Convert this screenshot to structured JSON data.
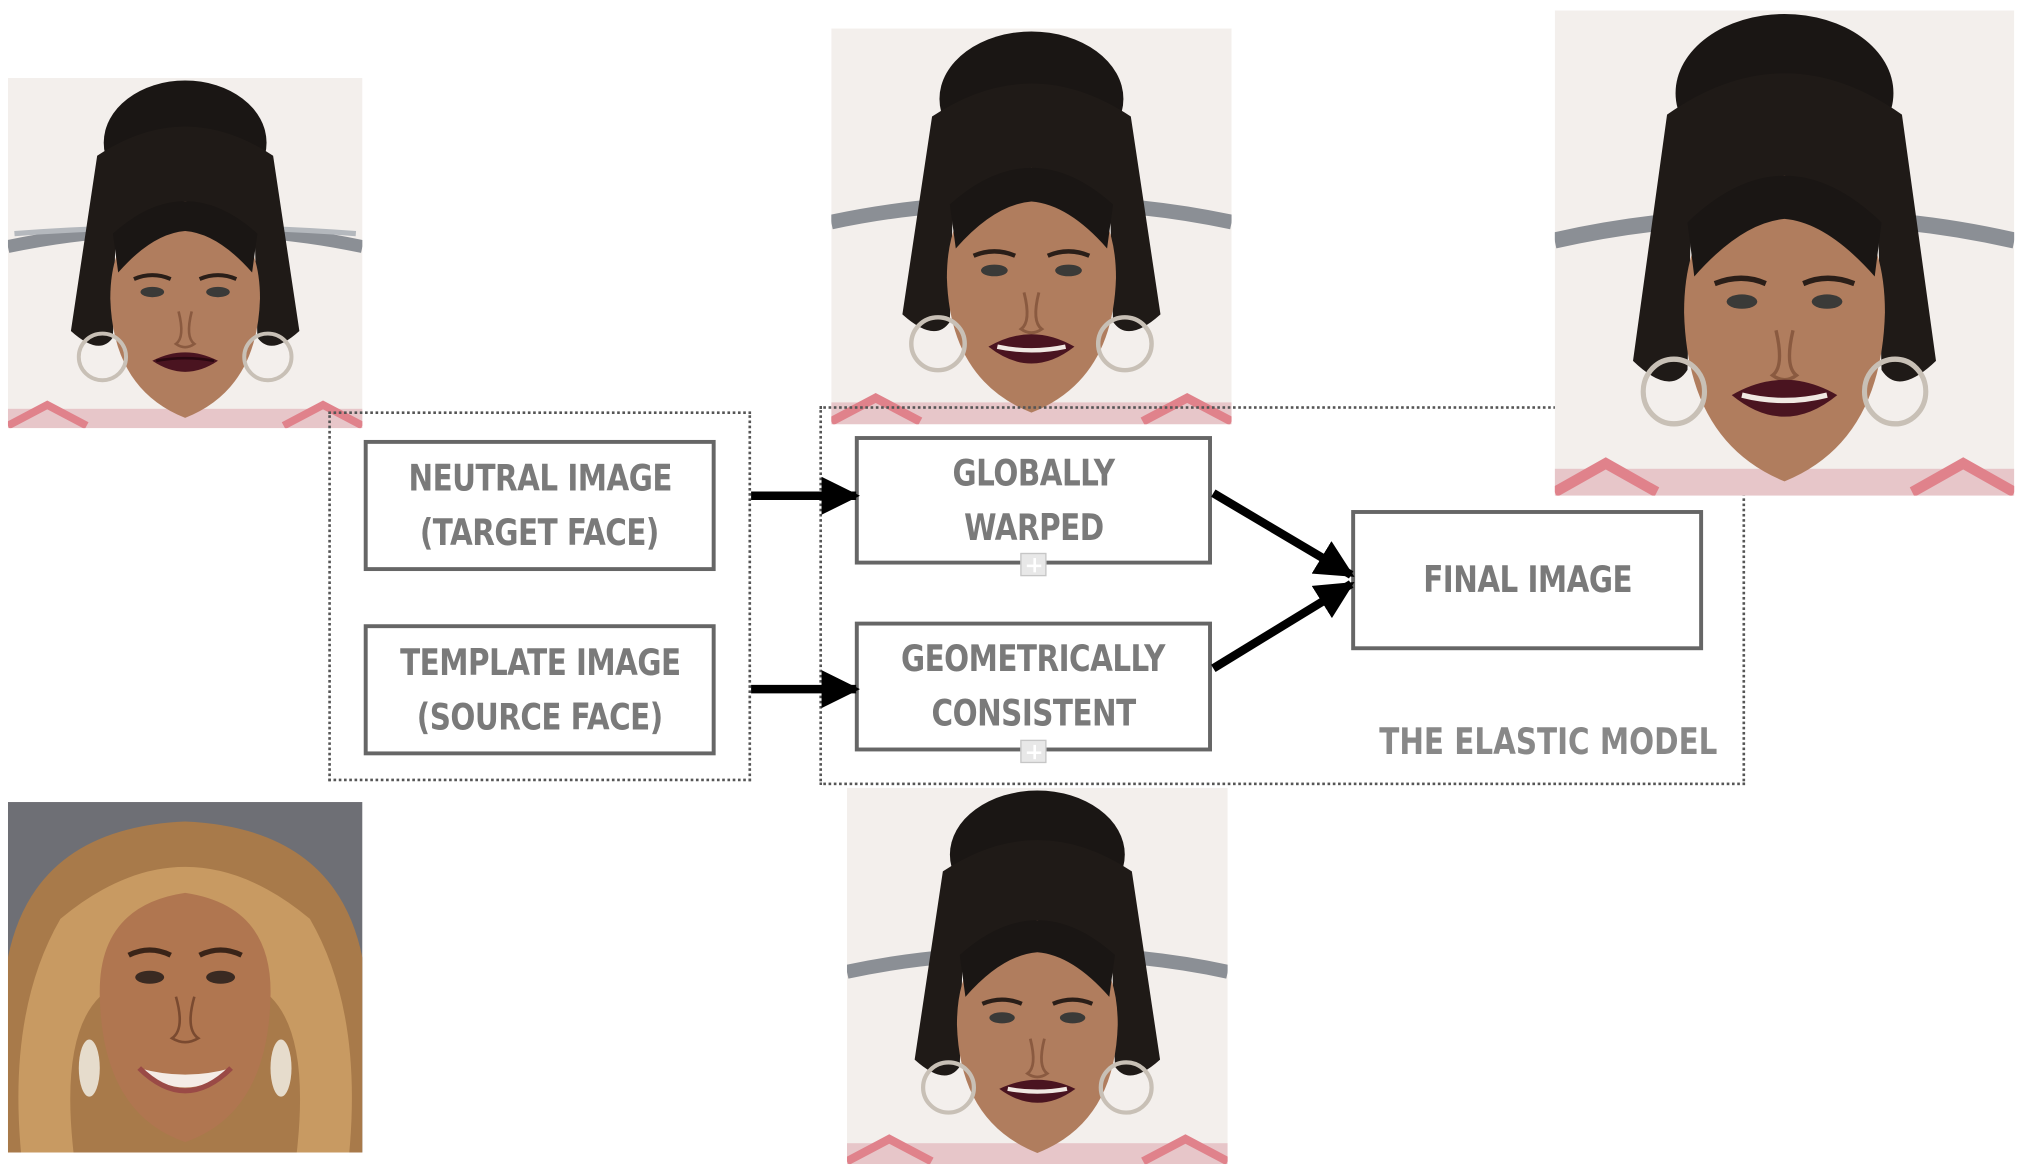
{
  "diagram": {
    "inputs": {
      "neutral": [
        "NEUTRAL IMAGE",
        "(TARGET FACE)"
      ],
      "template": [
        "TEMPLATE IMAGE",
        "(SOURCE FACE)"
      ]
    },
    "stages": {
      "globally_warped": [
        "GLOBALLY",
        "WARPED"
      ],
      "geometrically_consistent": [
        "GEOMETRICALLY",
        "CONSISTENT"
      ],
      "final": [
        "FINAL IMAGE"
      ]
    },
    "group_label": "THE ELASTIC MODEL"
  },
  "colors": {
    "box_text": "#7a7a7a",
    "box_border": "#666666",
    "arrow": "#000000",
    "dotted_border": "#555555"
  }
}
